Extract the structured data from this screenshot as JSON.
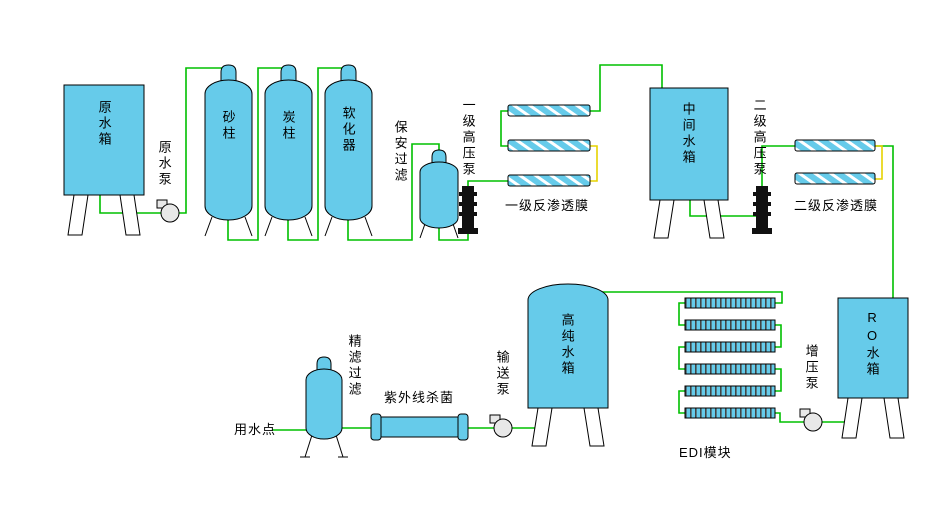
{
  "diagram": {
    "type": "water-treatment-process-flow",
    "colors": {
      "vessel_fill": "#66CBEA",
      "pipe_main_green": "#00C000",
      "pipe_concentrate_yellow": "#E6D200",
      "pump_dark": "#111111",
      "outline": "#000000",
      "background": "#FFFFFF"
    },
    "labels": {
      "raw_tank": "原水箱",
      "raw_pump": "原水泵",
      "sand_column": "砂柱",
      "carbon_column": "炭柱",
      "softener": "软化器",
      "security_filter": "保安过滤",
      "hp_pump_1": "一级高压泵",
      "ro_membrane_1": "一级反渗透膜",
      "mid_tank": "中间水箱",
      "hp_pump_2": "二级高压泵",
      "ro_membrane_2": "二级反渗透膜",
      "ro_tank": "RO水箱",
      "booster_pump": "增压泵",
      "edi_module": "EDI模块",
      "pure_tank": "高纯水箱",
      "transfer_pump": "输送泵",
      "uv_sterilizer": "紫外线杀菌",
      "fine_filter": "精滤过滤",
      "water_point": "用水点"
    }
  }
}
